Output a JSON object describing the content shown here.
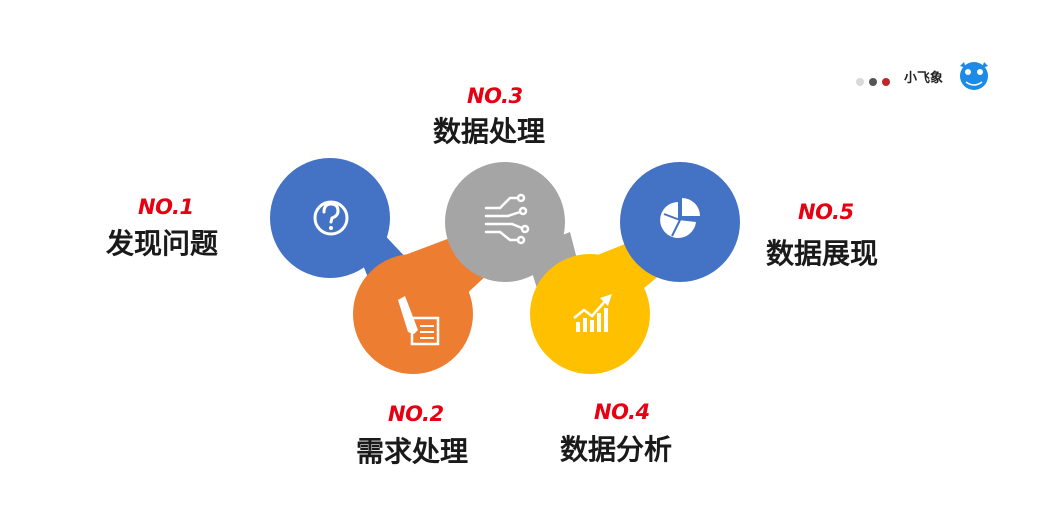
{
  "brand": {
    "name": "小飞象",
    "logo_text": "小飞象",
    "dot_colors": [
      "#d9d9d9",
      "#555555",
      "#c0272d"
    ]
  },
  "steps": [
    {
      "no": "NO.1",
      "title": "发现问题",
      "color": "#4472c4",
      "icon": "question-icon"
    },
    {
      "no": "NO.2",
      "title": "需求处理",
      "color": "#ed7d31",
      "icon": "pen-document-icon"
    },
    {
      "no": "NO.3",
      "title": "数据处理",
      "color": "#a5a5a5",
      "icon": "data-circuit-icon"
    },
    {
      "no": "NO.4",
      "title": "数据分析",
      "color": "#ffc000",
      "icon": "growth-chart-icon"
    },
    {
      "no": "NO.5",
      "title": "数据展现",
      "color": "#4472c4",
      "icon": "pie-chart-icon"
    }
  ]
}
